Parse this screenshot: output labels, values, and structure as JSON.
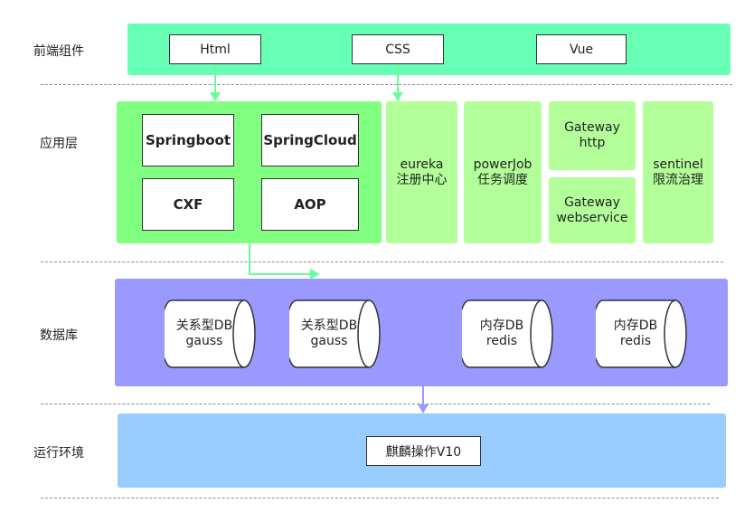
{
  "rows": {
    "frontend": "前端组件",
    "application": "应用层",
    "database": "数据库",
    "runtime": "运行环境"
  },
  "frontend_items": [
    "Html",
    "CSS",
    "Vue"
  ],
  "app_core": [
    "Springboot",
    "SpringCloud",
    "CXF",
    "AOP"
  ],
  "app_services": {
    "eureka": [
      "eureka",
      "注册中心"
    ],
    "powerjob": [
      "powerJob",
      "任务调度"
    ],
    "gateway_http": [
      "Gateway",
      "http"
    ],
    "gateway_ws": [
      "Gateway",
      "webservice"
    ],
    "sentinel": [
      "sentinel",
      "限流治理"
    ]
  },
  "databases": [
    [
      "关系型DB",
      "gauss"
    ],
    [
      "关系型DB",
      "gauss"
    ],
    [
      "内存DB",
      "redis"
    ],
    [
      "内存DB",
      "redis"
    ]
  ],
  "runtime_item": "麒麟操作V10",
  "colors": {
    "frontend_band": "#66ffb3",
    "app_band": "#80ff80",
    "service_tile": "#b3ff99",
    "db_band": "#9999ff",
    "runtime_band": "#99ccff",
    "green_arrow": "#66ff99",
    "purple_arrow": "#9999ff"
  }
}
